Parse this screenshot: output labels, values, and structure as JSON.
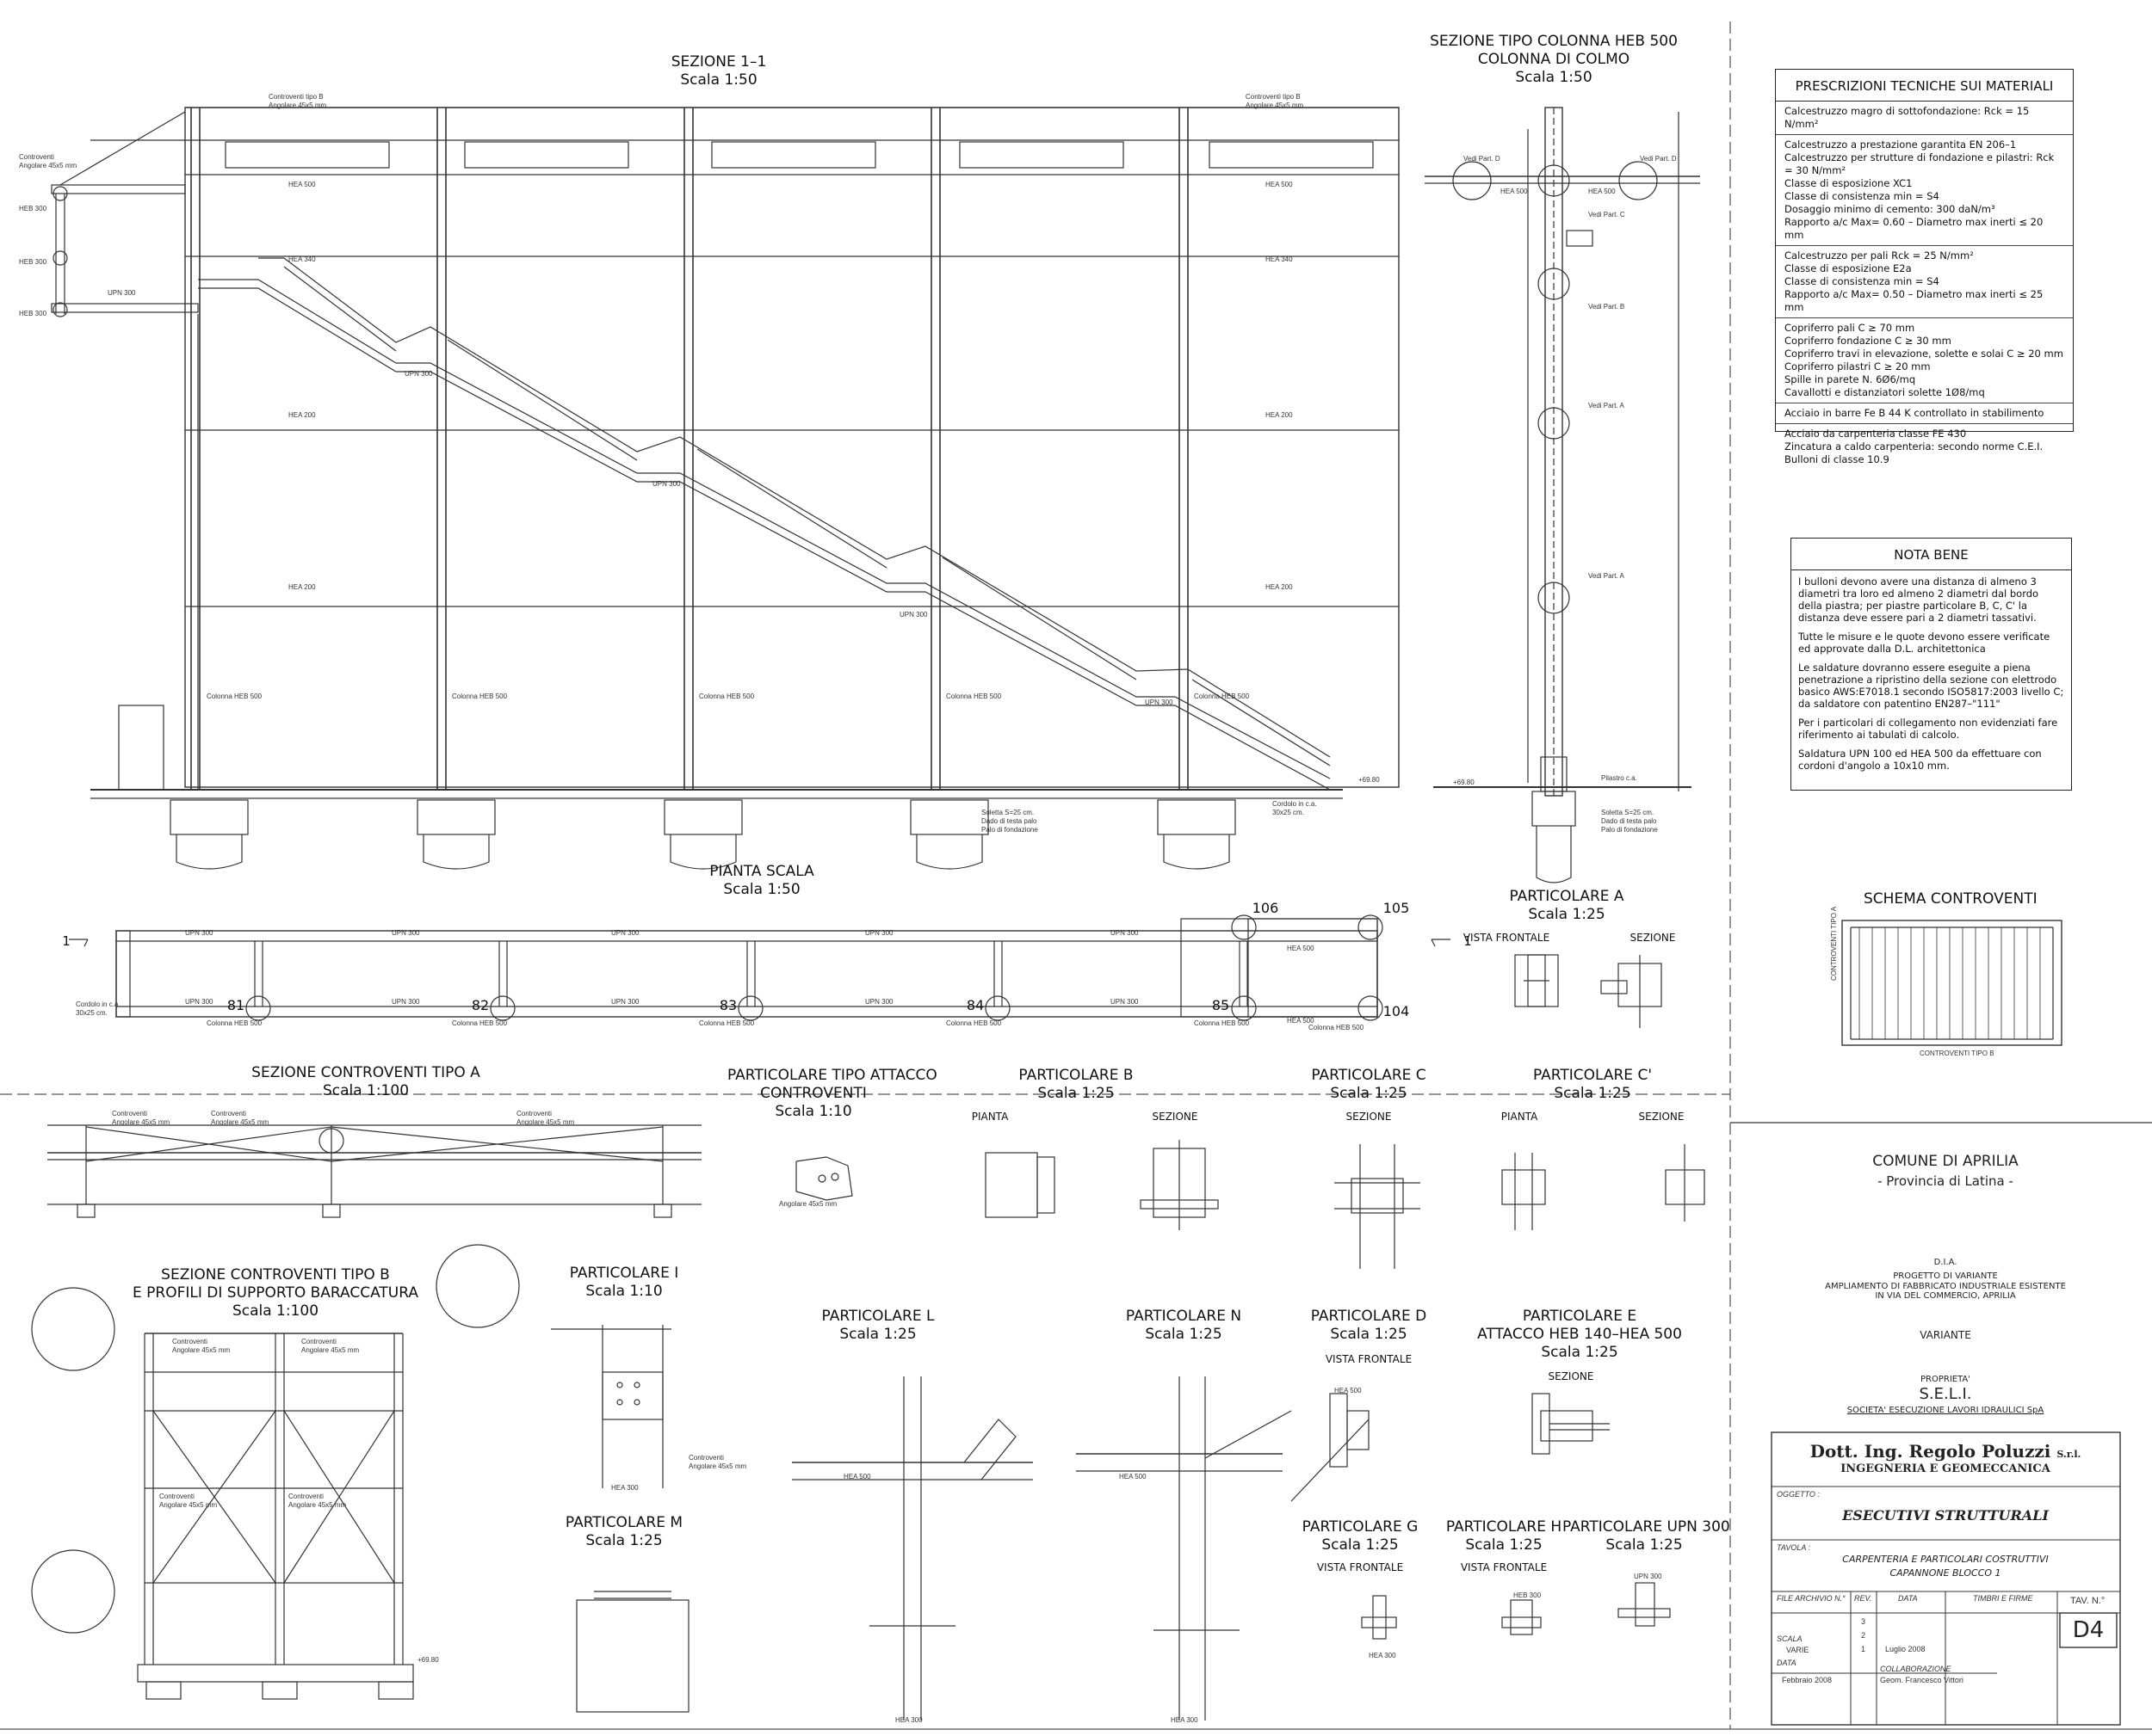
{
  "titles": {
    "sez11": "SEZIONE 1–1",
    "sez11_scale": "Scala 1:50",
    "colonna_1": "SEZIONE TIPO COLONNA HEB 500",
    "colonna_2": "COLONNA DI COLMO",
    "colonna_scale": "Scala 1:50",
    "pianta": "PIANTA SCALA",
    "pianta_scale": "Scala 1:50",
    "partA": "PARTICOLARE A",
    "partA_scale": "Scala 1:25",
    "partA_vista": "VISTA FRONTALE",
    "partA_sez": "SEZIONE",
    "schema": "SCHEMA CONTROVENTI",
    "contA": "SEZIONE CONTROVENTI TIPO A",
    "contA_scale": "Scala 1:100",
    "attacco_1": "PARTICOLARE TIPO ATTACCO",
    "attacco_2": "CONTROVENTI",
    "attacco_scale": "Scala 1:10",
    "partB": "PARTICOLARE B",
    "partB_scale": "Scala 1:25",
    "partC": "PARTICOLARE C",
    "partC_scale": "Scala 1:25",
    "partC1": "PARTICOLARE C'",
    "partC1_scale": "Scala 1:25",
    "pianta_lbl": "PIANTA",
    "sezione_lbl": "SEZIONE",
    "contB_1": "SEZIONE CONTROVENTI TIPO B",
    "contB_2": "E PROFILI DI SUPPORTO BARACCATURA",
    "contB_scale": "Scala 1:100",
    "partI": "PARTICOLARE I",
    "partI_scale": "Scala 1:10",
    "partL": "PARTICOLARE L",
    "partL_scale": "Scala 1:25",
    "partN": "PARTICOLARE N",
    "partN_scale": "Scala 1:25",
    "partD": "PARTICOLARE D",
    "partD_scale": "Scala 1:25",
    "partD_vista": "VISTA FRONTALE",
    "partE_1": "PARTICOLARE E",
    "partE_2": "ATTACCO HEB 140–HEA 500",
    "partE_scale": "Scala 1:25",
    "partE_sez": "SEZIONE",
    "partM": "PARTICOLARE M",
    "partM_scale": "Scala 1:25",
    "partG": "PARTICOLARE G",
    "partG_scale": "Scala 1:25",
    "partG_vista": "VISTA FRONTALE",
    "partH": "PARTICOLARE H",
    "partH_scale": "Scala 1:25",
    "partH_vista": "VISTA FRONTALE",
    "partUPN": "PARTICOLARE UPN 300",
    "partUPN_scale": "Scala 1:25"
  },
  "prescrizioni": {
    "title": "PRESCRIZIONI TECNICHE SUI MATERIALI",
    "s1": [
      "Calcestruzzo magro di sottofondazione: Rck = 15 N/mm²"
    ],
    "s2": [
      "Calcestruzzo a prestazione garantita EN 206–1",
      "Calcestruzzo per strutture di fondazione e pilastri: Rck = 30 N/mm²",
      "Classe di esposizione XC1",
      "Classe di consistenza min = S4",
      "Dosaggio minimo di cemento: 300 daN/m³",
      "Rapporto a/c Max= 0.60 – Diametro max inerti ≤ 20 mm"
    ],
    "s3": [
      "Calcestruzzo per pali Rck = 25 N/mm²",
      "Classe di esposizione E2a",
      "Classe di consistenza min = S4",
      "Rapporto a/c Max= 0.50 – Diametro max inerti ≤ 25 mm"
    ],
    "s4": [
      "Copriferro pali C ≥ 70 mm",
      "Copriferro fondazione C ≥ 30 mm",
      "Copriferro travi in elevazione, solette e solai C ≥ 20 mm",
      "Copriferro pilastri C ≥ 20 mm",
      "Spille in parete N. 6Ø6/mq",
      "Cavallotti e distanziatori solette 1Ø8/mq"
    ],
    "s5": [
      "Acciaio in barre Fe B 44 K controllato in stabilimento"
    ],
    "s6": [
      "Acciaio da carpenteria classe FE 430",
      "Zincatura a caldo carpenteria: secondo norme C.E.I.",
      "Bulloni di classe 10.9"
    ]
  },
  "nota": {
    "title": "NOTA BENE",
    "p": [
      "I bulloni devono avere una distanza di almeno 3 diametri tra loro ed almeno 2 diametri dal bordo della piastra; per piastre particolare B, C, C' la distanza deve essere pari a 2 diametri tassativi.",
      "Tutte le misure e le quote devono essere verificate ed approvate dalla D.L. architettonica",
      "Le saldature dovranno essere eseguite a piena penetrazione a ripristino della sezione con elettrodo basico AWS:E7018.1 secondo ISO5817:2003 livello C; da saldatore con patentino EN287–\"111\"",
      "Per i particolari di collegamento non evidenziati fare riferimento ai tabulati di calcolo.",
      "Saldatura UPN 100 ed HEA 500 da effettuare con cordoni d'angolo a 10x10 mm."
    ]
  },
  "titleblock": {
    "comune": "COMUNE DI APRILIA",
    "provincia": "- Provincia di Latina -",
    "dia": "D.I.A.",
    "progetto": "PROGETTO DI VARIANTE",
    "ampl_1": "AMPLIAMENTO DI FABBRICATO INDUSTRIALE ESISTENTE",
    "ampl_2": "IN VIA DEL COMMERCIO, APRILIA",
    "variante": "VARIANTE",
    "proprieta": "PROPRIETA'",
    "company": "S.E.L.I.",
    "company_full": "SOCIETA' ESECUZIONE LAVORI IDRAULICI SpA",
    "studio": "Dott. Ing. Regolo Poluzzi",
    "studio_srl": "S.r.l.",
    "studio_sub": "INGEGNERIA E GEOMECCANICA",
    "oggetto_lbl": "OGGETTO :",
    "oggetto": "ESECUTIVI STRUTTURALI",
    "tavola_lbl": "TAVOLA :",
    "tavola_1": "CARPENTERIA E PARTICOLARI COSTRUTTIVI",
    "tavola_2": "CAPANNONE BLOCCO 1",
    "file_lbl": "FILE ARCHIVIO N.°",
    "rev_lbl": "REV.",
    "data_lbl": "DATA",
    "timbri_lbl": "TIMBRI E FIRME",
    "tav_lbl": "TAV. N.°",
    "scala_lbl": "SCALA",
    "scala_val": "VARIE",
    "data2_lbl": "DATA",
    "data_val": "Febbraio 2008",
    "rev3": "3",
    "rev2": "2",
    "rev1": "1",
    "rev1_date": "Luglio 2008",
    "collab_lbl": "COLLABORAZIONE",
    "collab_val": "Geom. Francesco Vittori",
    "tav_no": "D4"
  },
  "labels": {
    "hea500": "HEA 500",
    "hea340": "HEA 340",
    "hea300": "HEA 300",
    "hea200": "HEA 200",
    "upn300": "UPN 300",
    "heb300": "HEB 300",
    "col_heb500": "Colonna HEB 500",
    "controventi": "Controventi",
    "angolare": "Angolare 45x5 mm",
    "controventi_tipo_b": "Controventi tipo B",
    "quota": "+69.80",
    "cordolo": "Cordolo in c.a.",
    "cordolo_dim": "30x25 cm.",
    "soletta": "Soletta S=25 cm.",
    "dado": "Dado di testa palo",
    "palo": "Palo di fondazione",
    "vedi_a": "Vedi Part. A",
    "vedi_b": "Vedi Part. B",
    "vedi_c": "Vedi Part. C",
    "vedi_d": "Vedi Part. D",
    "pilastro": "Pilastro c.a.",
    "controventi_tipo_a": "CONTROVENTI TIPO A",
    "controventi_tipo_b_cap": "CONTROVENTI TIPO B",
    "n81": "81",
    "n82": "82",
    "n83": "83",
    "n84": "84",
    "n85": "85",
    "n104": "104",
    "n105": "105",
    "n106": "106",
    "sec_mark": "1"
  }
}
